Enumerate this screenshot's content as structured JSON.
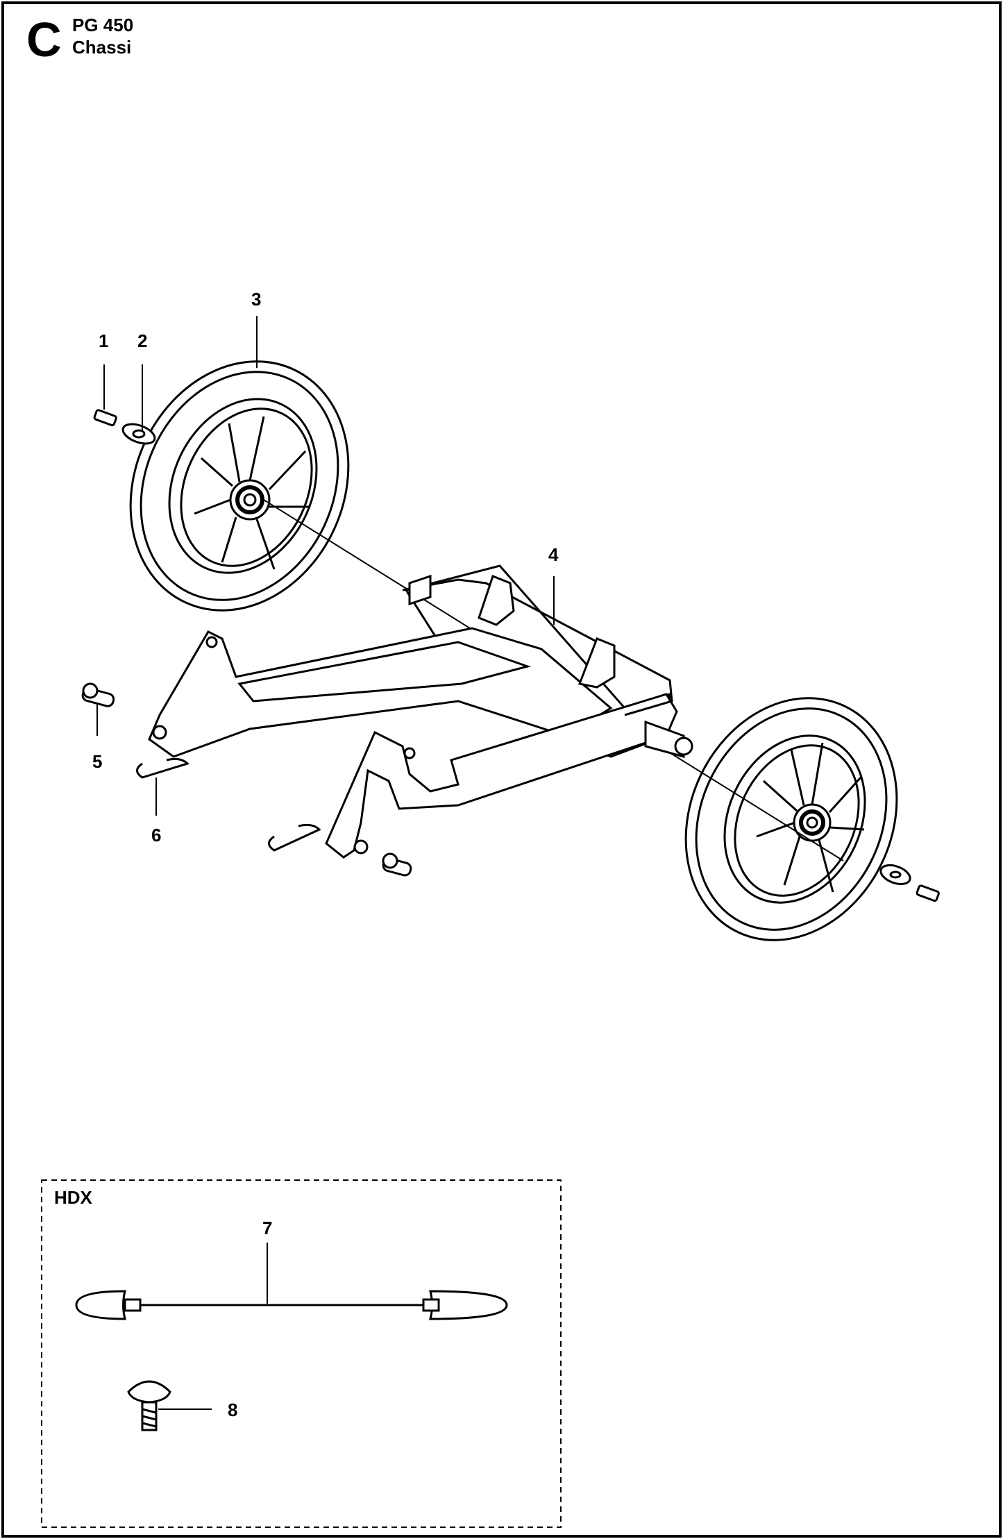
{
  "header": {
    "section_letter": "C",
    "model": "PG 450",
    "section_name": "Chassi"
  },
  "callouts": [
    "1",
    "2",
    "3",
    "4",
    "5",
    "6",
    "7",
    "8"
  ],
  "variant_box": {
    "label": "HDX"
  }
}
